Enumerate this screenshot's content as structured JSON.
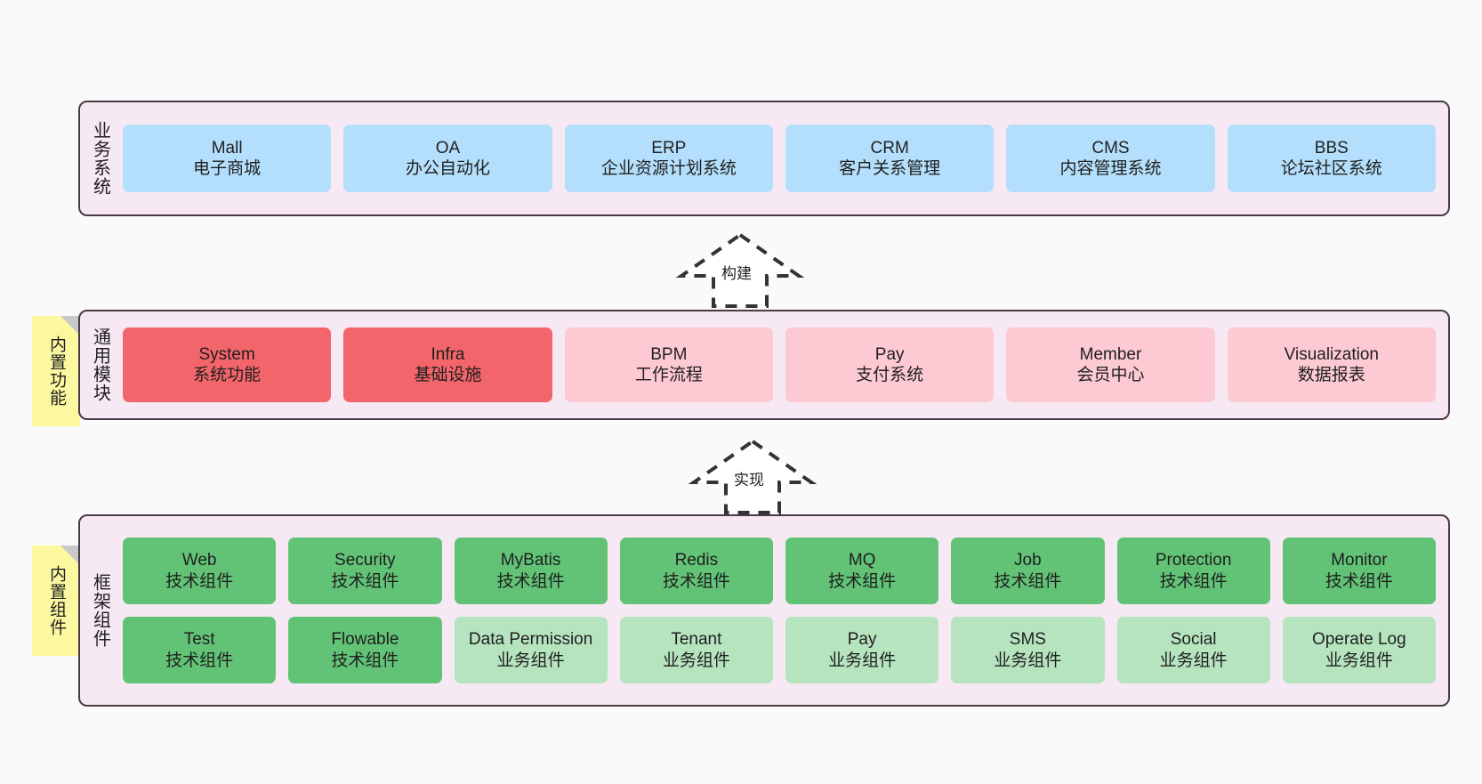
{
  "diagram": {
    "background_color": "#fafafa",
    "panel_fill": "#f7e9f4",
    "panel_border": "#4a3a46",
    "note_fill": "#fbf8a0"
  },
  "layers": [
    {
      "id": "business-system",
      "title": "业务系统",
      "card_color": "#b4dffc",
      "cards": [
        {
          "en": "Mall",
          "cn": "电子商城"
        },
        {
          "en": "OA",
          "cn": "办公自动化"
        },
        {
          "en": "ERP",
          "cn": "企业资源计划系统"
        },
        {
          "en": "CRM",
          "cn": "客户关系管理"
        },
        {
          "en": "CMS",
          "cn": "内容管理系统"
        },
        {
          "en": "BBS",
          "cn": "论坛社区系统"
        }
      ]
    },
    {
      "id": "common-module",
      "title": "通用模块",
      "note": "内置功能",
      "cards": [
        {
          "en": "System",
          "cn": "系统功能",
          "color": "#f2656a"
        },
        {
          "en": "Infra",
          "cn": "基础设施",
          "color": "#f2656a"
        },
        {
          "en": "BPM",
          "cn": "工作流程",
          "color": "#fdc9d2"
        },
        {
          "en": "Pay",
          "cn": "支付系统",
          "color": "#fdc9d2"
        },
        {
          "en": "Member",
          "cn": "会员中心",
          "color": "#fdc9d2"
        },
        {
          "en": "Visualization",
          "cn": "数据报表",
          "color": "#fdc9d2"
        }
      ]
    },
    {
      "id": "framework-component",
      "title": "框架组件",
      "note": "内置组件",
      "rows": [
        [
          {
            "en": "Web",
            "cn": "技术组件",
            "color": "#62c377"
          },
          {
            "en": "Security",
            "cn": "技术组件",
            "color": "#62c377"
          },
          {
            "en": "MyBatis",
            "cn": "技术组件",
            "color": "#62c377"
          },
          {
            "en": "Redis",
            "cn": "技术组件",
            "color": "#62c377"
          },
          {
            "en": "MQ",
            "cn": "技术组件",
            "color": "#62c377"
          },
          {
            "en": "Job",
            "cn": "技术组件",
            "color": "#62c377"
          },
          {
            "en": "Protection",
            "cn": "技术组件",
            "color": "#62c377"
          },
          {
            "en": "Monitor",
            "cn": "技术组件",
            "color": "#62c377"
          }
        ],
        [
          {
            "en": "Test",
            "cn": "技术组件",
            "color": "#62c377"
          },
          {
            "en": "Flowable",
            "cn": "技术组件",
            "color": "#62c377"
          },
          {
            "en": "Data Permission",
            "cn": "业务组件",
            "color": "#b6e4bf",
            "wrap": true
          },
          {
            "en": "Tenant",
            "cn": "业务组件",
            "color": "#b6e4bf"
          },
          {
            "en": "Pay",
            "cn": "业务组件",
            "color": "#b6e4bf"
          },
          {
            "en": "SMS",
            "cn": "业务组件",
            "color": "#b6e4bf"
          },
          {
            "en": "Social",
            "cn": "业务组件",
            "color": "#b6e4bf"
          },
          {
            "en": "Operate Log",
            "cn": "业务组件",
            "color": "#b6e4bf"
          }
        ]
      ]
    }
  ],
  "arrows": [
    {
      "id": "arrow-build",
      "label": "构建"
    },
    {
      "id": "arrow-implement",
      "label": "实现"
    }
  ]
}
